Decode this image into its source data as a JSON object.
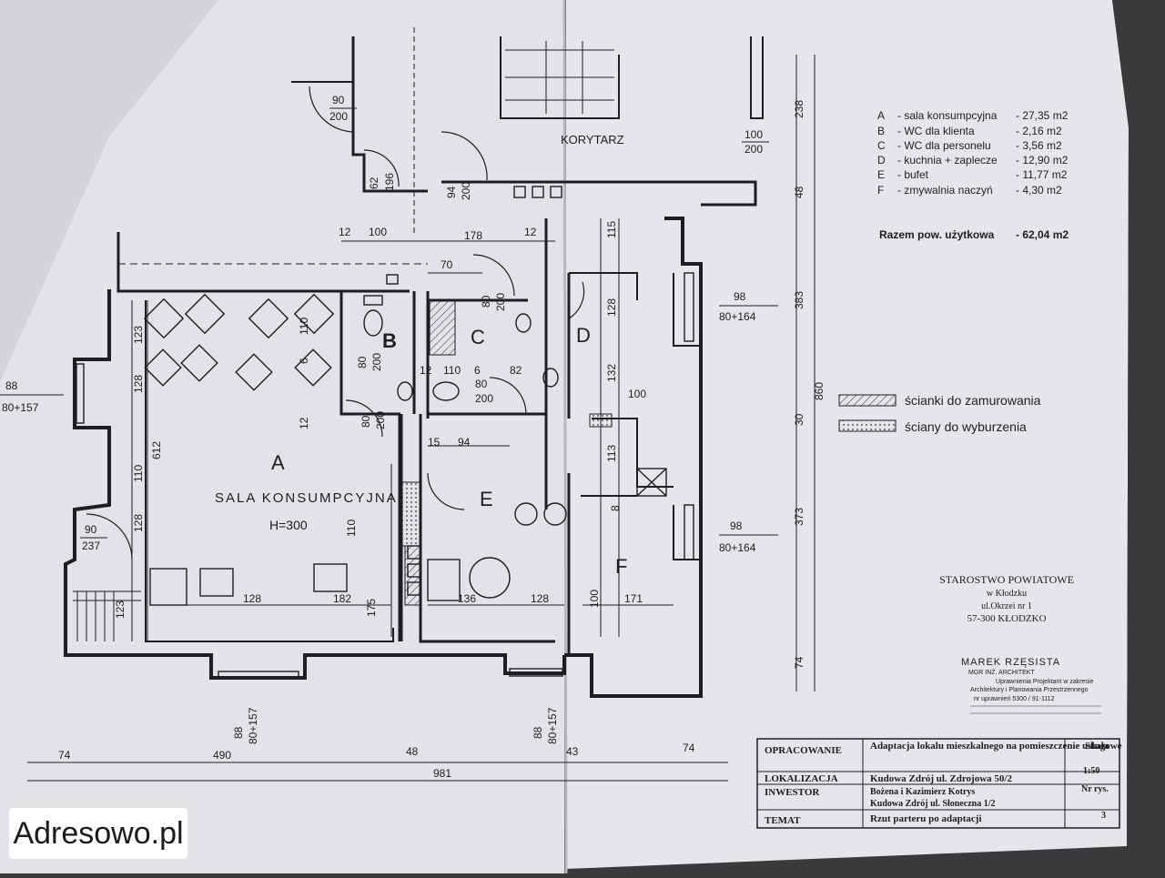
{
  "legend_areas": [
    {
      "letter": "A",
      "name": "- sala konsumpcyjna",
      "area": "- 27,35 m2"
    },
    {
      "letter": "B",
      "name": "- WC dla klienta",
      "area": "- 2,16 m2"
    },
    {
      "letter": "C",
      "name": "- WC dla personelu",
      "area": "- 3,56 m2"
    },
    {
      "letter": "D",
      "name": "- kuchnia + zaplecze",
      "area": "- 12,90 m2"
    },
    {
      "letter": "E",
      "name": "- bufet",
      "area": "- 11,77 m2"
    },
    {
      "letter": "F",
      "name": "- zmywalnia naczyń",
      "area": "- 4,30 m2"
    }
  ],
  "total": {
    "label": "Razem pow. użytkowa",
    "value": "- 62,04 m2"
  },
  "hatch_legend": [
    {
      "label": "ścianki do zamurowania"
    },
    {
      "label": "ściany do wyburzenia"
    }
  ],
  "rooms": {
    "a": "A",
    "a_name": "SALA KONSUMPCYJNA",
    "a_height": "H=300",
    "b": "B",
    "c": "C",
    "d": "D",
    "e": "E",
    "f": "F",
    "corridor": "KORYTARZ"
  },
  "door_tags": {
    "d1": "90",
    "d1b": "200",
    "d2": "100",
    "d2b": "200",
    "d3": "62",
    "d3b": "196",
    "d4": "94",
    "d4b": "200",
    "d5": "80",
    "d5b": "200",
    "d6": "80",
    "d6b": "200",
    "d7": "80",
    "d7b": "200",
    "d8": "80",
    "d8b": "200",
    "d9": "90",
    "d9b": "237",
    "w1": "88",
    "w1b": "80+157",
    "w2": "98",
    "w2b": "80+164",
    "w3": "98",
    "w3b": "80+164",
    "w4": "88",
    "w4b": "80+157",
    "w5": "88",
    "w5b": "80+157"
  },
  "dims": {
    "t1": "12",
    "t2": "100",
    "t3": "178",
    "t4": "12",
    "t5": "70",
    "t6": "115",
    "t7": "128",
    "t8": "132",
    "t9": "100",
    "t10": "113",
    "t11": "123",
    "t12": "128",
    "t13": "612",
    "t14": "110",
    "t15": "128",
    "t16": "123",
    "t17": "128",
    "t18": "182",
    "t19": "175",
    "t20": "136",
    "t21": "128",
    "t22": "100",
    "t23": "171",
    "t24": "110",
    "t25": "15",
    "t26": "94",
    "t27": "12",
    "t28": "110",
    "t29": "6",
    "t30": "82",
    "t31": "238",
    "t32": "48",
    "t33": "383",
    "t34": "860",
    "t35": "30",
    "t36": "373",
    "t37": "74",
    "t38": "74",
    "t39": "490",
    "t40": "48",
    "t41": "981",
    "t42": "43",
    "t43": "74",
    "t44": "110",
    "t45": "12",
    "t46": "6",
    "t47": "8"
  },
  "stamp1": {
    "l1": "STAROSTWO POWIATOWE",
    "l2": "w Kłodzku",
    "l3": "ul.Okrzei nr 1",
    "l4": "57-300 KŁODZKO"
  },
  "stamp2": {
    "l1": "MAREK RZĘSISTA",
    "l2": "MGR INŻ. ARCHITEKT",
    "l3": "Uprawnienia Projektant w zakresie",
    "l4": "Architektury i Planowania Przestrzennego",
    "l5": "nr uprawnień 5300 / 91-1112"
  },
  "title_block": {
    "opracowanie_label": "OPRACOWANIE",
    "opracowanie_value": "Adaptacja lokalu mieszkalnego na pomieszczenie usługowe",
    "skala_label": "Skala",
    "skala_value": "1:50",
    "lokalizacja_label": "LOKALIZACJA",
    "lokalizacja_value": "Kudowa Zdrój ul. Zdrojowa 50/2",
    "nr_label": "Nr rys.",
    "nr_value": "3",
    "inwestor_label": "INWESTOR",
    "inwestor_value1": "Bożena i Kazimierz Kotrys",
    "inwestor_value2": "Kudowa Zdrój ul. Słoneczna 1/2",
    "temat_label": "TEMAT",
    "temat_value": "Rzut parteru po adaptacji"
  },
  "watermark": "Adresowo.pl"
}
